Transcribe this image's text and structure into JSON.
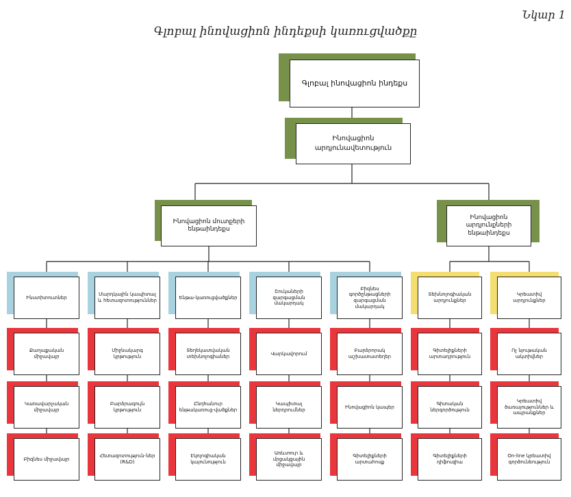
{
  "figure_label": "Նկար 1",
  "title": "Գլոբալ ինովացիոն ինդեքսի կառուցվածքը",
  "colors": {
    "green": "#77914a",
    "blue": "#a9d2e0",
    "yellow": "#f4de70",
    "red": "#e8363c"
  },
  "root": "Գլոբալ ինովացիոն ինդեքս",
  "efficiency": "Ինովացիոն արդյունավետություն",
  "input_subindex": "Ինովացիոն մուտքերի ենթաինդեքս",
  "output_subindex": "Ինովացիոն արդյունքների ենթաինդեքս",
  "pillars": [
    {
      "label": "Ինստիտուտներ",
      "items": [
        "Քաղաքական միջավայր",
        "Կառավարչական միջավայր",
        "Բիզնես միջավայր"
      ]
    },
    {
      "label": "Մարդկային կապիտալ և հետազոտություններ",
      "items": [
        "Միջնակարգ կրթություն",
        "Բարձրագույն կրթություն",
        "Հետազոտություն-ներ (R&D)"
      ]
    },
    {
      "label": "Ենթա-կառուցվածքներ",
      "items": [
        "Տեղեկատվական տեխնոլոգիաներ",
        "Ընդհանուր ենթակառուց-վածքներ",
        "Էկոլոգիական կայունություն"
      ]
    },
    {
      "label": "Շուկաների զարգացման մակարդակ",
      "items": [
        "Վարկավորում",
        "Կապիտալ ներդրումներ",
        "Առևտուր և մրցակցային միջավայր"
      ]
    },
    {
      "label": "Բիզնես գործընթացների զարգացման մակարդակ",
      "items": [
        "Բարձրորակ աշխատատեղեր",
        "Ինովացիոն կապեր",
        "Գիտելիքների արտահոսք"
      ]
    },
    {
      "label": "Տեխնոլոգիական արդյունքներ",
      "items": [
        "Գիտելիքների արտադրություն",
        "Գիտական ներգործություն",
        "Գիտելիքների դիֆուզիա"
      ]
    },
    {
      "label": "Կրեատիվ արդյունքներ",
      "items": [
        "Ոչ նյութական ակտիվներ",
        "Կրեատիվ ծառայություններ և ապրանքներ",
        "On-line կրեատիվ գործունեություն"
      ]
    }
  ]
}
